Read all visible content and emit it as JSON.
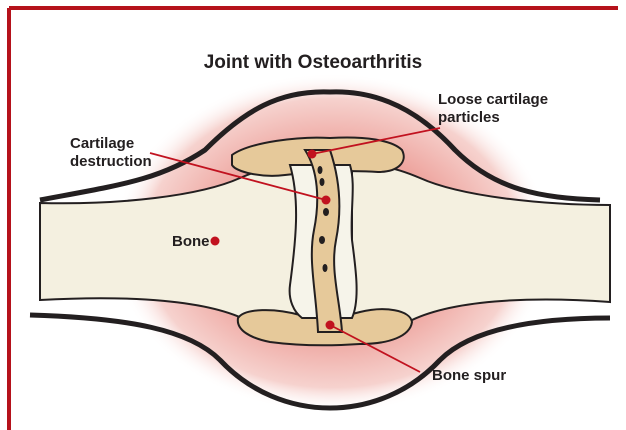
{
  "title": "Joint with Osteoarthritis",
  "labels": {
    "loose_line1": "Loose cartilage",
    "loose_line2": "particles",
    "destruction_line1": "Cartilage",
    "destruction_line2": "destruction",
    "bone": "Bone",
    "bone_spur": "Bone spur"
  },
  "colors": {
    "frame": "#b5121b",
    "marker": "#c1121f",
    "cartilage": "#e6c99a",
    "bone": "#f4f0e0",
    "inflammation": "#e99a95",
    "outline": "#231f20"
  }
}
